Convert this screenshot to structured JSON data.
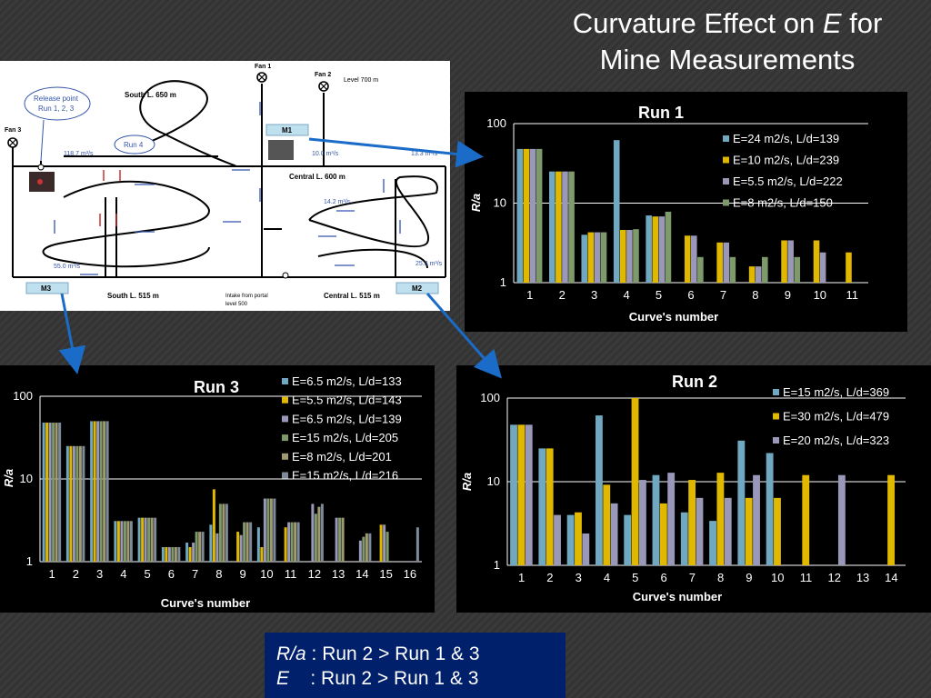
{
  "slide": {
    "title_pre": "Curvature Effect on ",
    "title_italic": "E",
    "title_post": " for",
    "title_line2": "Mine Measurements"
  },
  "note": {
    "line1_italic": "R/a",
    "line1_text": " : Run 2 >  Run 1 & 3",
    "line2_italic": "E",
    "line2_text": "    : Run 2 > Run 1 & 3"
  },
  "map": {
    "fan1": "Fan 1",
    "fan2": "Fan 2",
    "fan3": "Fan 3",
    "level700": "Level 700 m",
    "south650": "South L. 650 m",
    "central600": "Central L. 600 m",
    "south515": "South L. 515 m",
    "central515": "Central L. 515 m",
    "release_line1": "Release point",
    "release_line2": "Run 1, 2, 3",
    "run4": "Run 4",
    "m1": "M1",
    "m2": "M2",
    "m3": "M3",
    "flow_118": "118.7 m³/s",
    "flow_10": "10.0 m³/s",
    "flow_13": "13.3 m³/s",
    "flow_142": "14.2 m³/s",
    "flow_55": "55.0 m³/s",
    "flow_253": "25.3 m³/s",
    "intake_line1": "Intake   from   portal",
    "intake_line2": "level 500"
  },
  "chart_data": [
    {
      "id": "run1",
      "type": "bar",
      "title": "Run 1",
      "xlabel": "Curve's number",
      "ylabel": "R/a",
      "yscale": "log",
      "ylim": [
        1,
        100
      ],
      "yticks": [
        "1",
        "10",
        "100"
      ],
      "legend_position": "top-right",
      "categories": [
        "1",
        "2",
        "3",
        "4",
        "5",
        "6",
        "7",
        "8",
        "9",
        "10",
        "11"
      ],
      "series": [
        {
          "name": "E=24 m2/s, L/d=139",
          "color": "#6fa8c0",
          "values": [
            48,
            25,
            4.0,
            62,
            7.0,
            null,
            null,
            null,
            null,
            null,
            null
          ]
        },
        {
          "name": "E=10 m2/s, L/d=239",
          "color": "#e0b800",
          "values": [
            48,
            25,
            4.3,
            4.6,
            6.8,
            3.9,
            3.2,
            1.6,
            3.4,
            3.4,
            2.4
          ]
        },
        {
          "name": "E=5.5 m2/s, L/d=222",
          "color": "#9a98b8",
          "values": [
            48,
            25,
            4.3,
            4.6,
            6.8,
            3.9,
            3.2,
            1.6,
            3.4,
            2.4,
            null
          ]
        },
        {
          "name": "E=8 m2/s, L/d=150",
          "color": "#7f9a6a",
          "values": [
            48,
            25,
            4.3,
            4.7,
            7.8,
            2.1,
            2.1,
            2.1,
            2.1,
            null,
            null
          ]
        }
      ]
    },
    {
      "id": "run2",
      "type": "bar",
      "title": "Run 2",
      "xlabel": "Curve's number",
      "ylabel": "R/a",
      "yscale": "log",
      "ylim": [
        1,
        100
      ],
      "yticks": [
        "1",
        "10",
        "100"
      ],
      "legend_position": "top-right",
      "categories": [
        "1",
        "2",
        "3",
        "4",
        "5",
        "6",
        "7",
        "8",
        "9",
        "10",
        "11",
        "12",
        "13",
        "14"
      ],
      "series": [
        {
          "name": "E=15 m2/s, L/d=369",
          "color": "#6fa8c0",
          "values": [
            48,
            25,
            4.0,
            62,
            4.0,
            12,
            4.3,
            3.4,
            31,
            22,
            null,
            null,
            null,
            null
          ]
        },
        {
          "name": "E=30 m2/s, L/d=479",
          "color": "#e0b800",
          "values": [
            48,
            25,
            4.3,
            9.2,
            100,
            5.5,
            10.5,
            12.8,
            6.4,
            6.4,
            12,
            null,
            null,
            12
          ]
        },
        {
          "name": "E=20 m2/s, L/d=323",
          "color": "#9a98b8",
          "values": [
            48,
            4.0,
            2.4,
            5.5,
            10.5,
            12.8,
            6.4,
            6.4,
            12,
            null,
            null,
            12,
            null,
            null
          ]
        }
      ]
    },
    {
      "id": "run3",
      "type": "bar",
      "title": "Run 3",
      "xlabel": "Curve's number",
      "ylabel": "R/a",
      "yscale": "log",
      "ylim": [
        1,
        100
      ],
      "yticks": [
        "1",
        "10",
        "100"
      ],
      "legend_position": "top-right",
      "categories": [
        "1",
        "2",
        "3",
        "4",
        "5",
        "6",
        "7",
        "8",
        "9",
        "10",
        "11",
        "12",
        "13",
        "14",
        "15",
        "16"
      ],
      "series": [
        {
          "name": "E=6.5 m2/s, L/d=133",
          "color": "#6fa8c0",
          "values": [
            48,
            25,
            50,
            3.1,
            3.4,
            1.5,
            1.7,
            2.8,
            null,
            2.6,
            null,
            null,
            null,
            null,
            null,
            null
          ]
        },
        {
          "name": "E=5.5 m2/s, L/d=143",
          "color": "#e0b800",
          "values": [
            48,
            25,
            50,
            3.1,
            3.4,
            1.5,
            1.5,
            7.5,
            2.3,
            1.5,
            2.6,
            null,
            null,
            null,
            2.8,
            null
          ]
        },
        {
          "name": "E=6.5 m2/s, L/d=139",
          "color": "#9a98b8",
          "values": [
            48,
            25,
            50,
            3.1,
            3.4,
            1.5,
            1.7,
            2.2,
            2.1,
            5.8,
            3.0,
            5.0,
            3.4,
            1.8,
            2.8,
            null
          ]
        },
        {
          "name": "E=15 m2/s, L/d=205",
          "color": "#7f9a6a",
          "values": [
            48,
            25,
            50,
            3.1,
            3.4,
            1.5,
            2.3,
            5.0,
            3.0,
            5.8,
            3.0,
            3.8,
            3.4,
            2.0,
            2.3,
            null
          ]
        },
        {
          "name": "E=8 m2/s, L/d=201",
          "color": "#a09a70",
          "values": [
            48,
            25,
            50,
            3.1,
            3.4,
            1.5,
            2.3,
            5.0,
            3.0,
            5.8,
            3.0,
            4.6,
            3.4,
            2.2,
            null,
            null
          ]
        },
        {
          "name": "E=15 m2/s, L/d=216",
          "color": "#7e8a9a",
          "values": [
            48,
            25,
            50,
            3.1,
            3.4,
            1.5,
            2.3,
            5.0,
            3.0,
            5.8,
            3.0,
            5.0,
            null,
            2.2,
            null,
            2.6
          ]
        }
      ]
    }
  ]
}
